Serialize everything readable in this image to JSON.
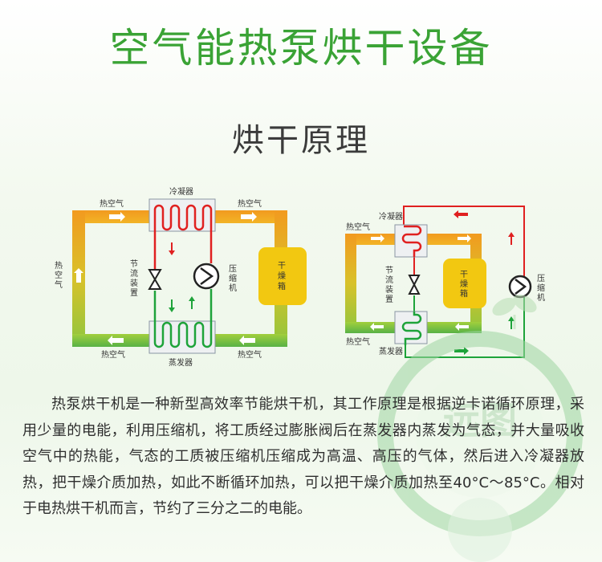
{
  "title": "空气能热泵烘干设备",
  "subtitle": "烘干原理",
  "left_diagram": {
    "condenser": "冷凝器",
    "evaporator": "蒸发器",
    "hot_air_top_left": "热空气",
    "hot_air_top_right": "热空气",
    "hot_air_bottom_left": "热空气",
    "hot_air_bottom_right": "热空气",
    "hot_air_side": [
      "热",
      "空",
      "气"
    ],
    "throttle": [
      "节",
      "流",
      "装",
      "置"
    ],
    "compressor": [
      "压",
      "缩",
      "机"
    ],
    "dryer": [
      "干",
      "燥",
      "箱"
    ]
  },
  "right_diagram": {
    "condenser": "冷凝器",
    "evaporator": "蒸发器",
    "hot_air_top": "热空气",
    "hot_air_bottom": "热空气",
    "throttle": [
      "节",
      "流",
      "装",
      "置"
    ],
    "compressor": [
      "压",
      "缩",
      "机"
    ],
    "dryer": [
      "干",
      "燥",
      "箱"
    ]
  },
  "paragraph": "热泵烘干机是一种新型高效率节能烘干机，其工作原理是根据逆卡诺循环原理，采用少量的电能，利用压缩机，将工质经过膨胀阀后在蒸发器内蒸发为气态，并大量吸收空气中的热能，气态的工质被压缩机压缩成为高温、高压的气体，然后进入冷凝器放热，把干燥介质加热，如此不断循环加热，可以把干燥介质加热至40°C～85°C。相对于电热烘干机而言，节约了三分之二的电能。",
  "watermark": "远图",
  "colors": {
    "title_green": "#3aa335",
    "refrigerant_red": "#e02020",
    "refrigerant_green": "#1ea33a",
    "dryer_yellow": "#f2c811",
    "duct_orange": "#f0a023"
  }
}
